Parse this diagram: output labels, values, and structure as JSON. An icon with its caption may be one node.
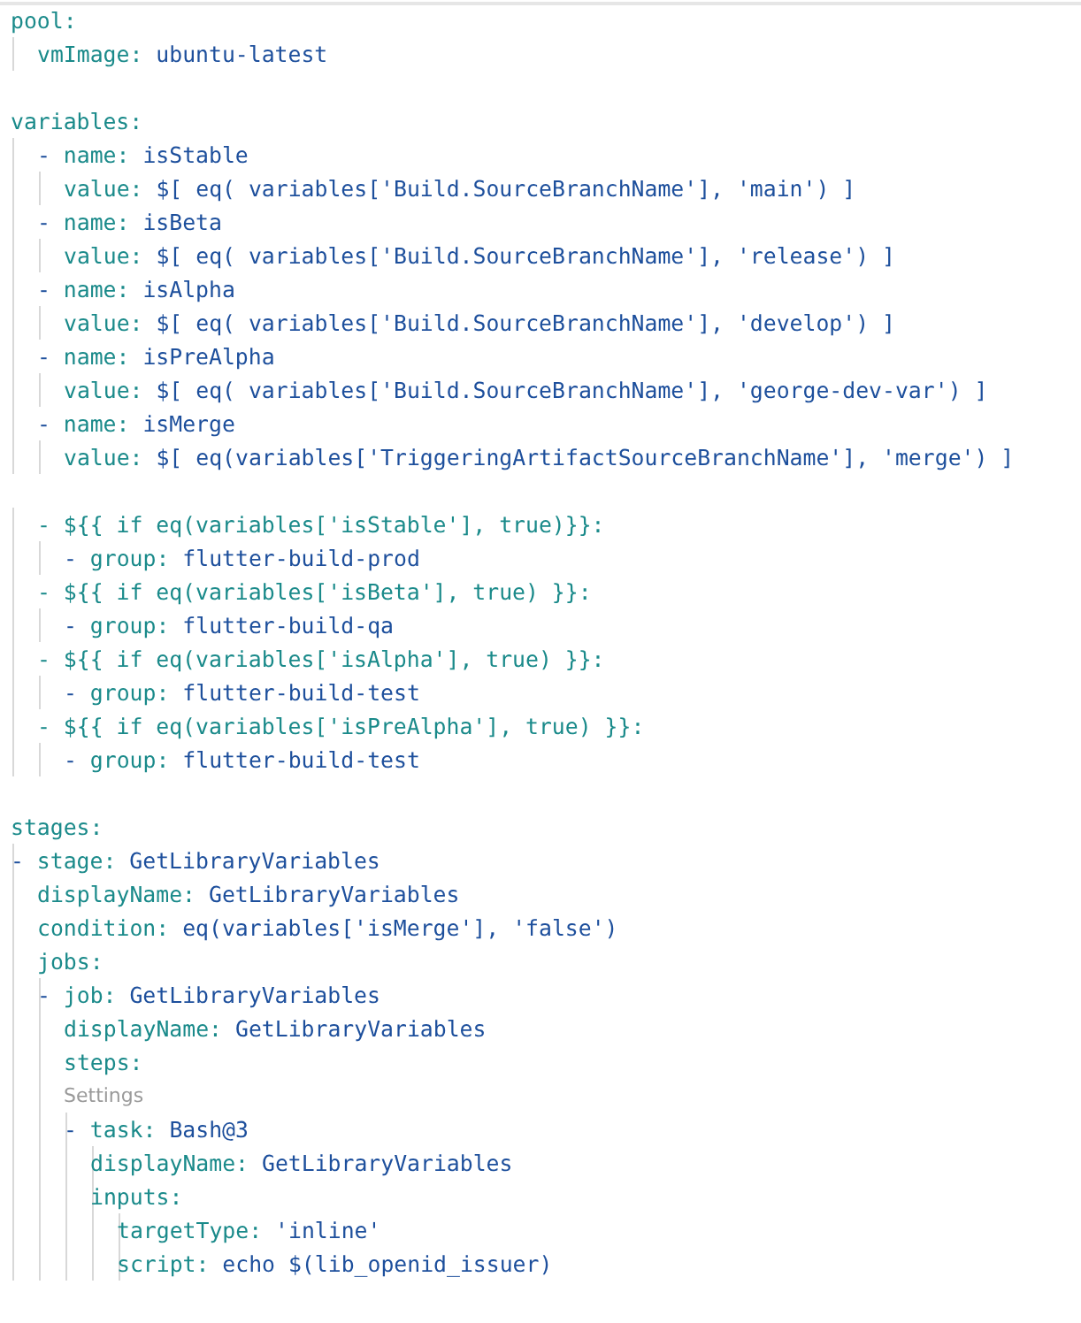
{
  "diagram": {
    "labels": [
      "pool:",
      "vmImage: ubuntu-latest",
      "variables:",
      "- name: isStable",
      "value: $[ eq( variables['Build.SourceBranchName'], 'main') ]",
      "- name: isBeta",
      "value: $[ eq( variables['Build.SourceBranchName'], 'release') ]",
      "- name: isAlpha",
      "value: $[ eq( variables['Build.SourceBranchName'], 'develop') ]",
      "- name: isPreAlpha",
      "value: $[ eq( variables['Build.SourceBranchName'], 'george-dev-var') ]",
      "- name: isMerge",
      "value: $[ eq(variables['TriggeringArtifactSourceBranchName'], 'merge') ]",
      "- ${{ if eq(variables['isStable'], true)}}:",
      "- group: flutter-build-prod",
      "- ${{ if eq(variables['isBeta'], true) }}:",
      "- group: flutter-build-qa",
      "- ${{ if eq(variables['isAlpha'], true) }}:",
      "- group: flutter-build-test",
      "- ${{ if eq(variables['isPreAlpha'], true) }}:",
      "- group: flutter-build-test",
      "stages:",
      "- stage: GetLibraryVariables",
      "displayName: GetLibraryVariables",
      "condition: eq(variables['isMerge'], 'false')",
      "jobs:",
      "- job: GetLibraryVariables",
      "displayName: GetLibraryVariables",
      "steps:",
      "Settings",
      "- task: Bash@3",
      "displayName: GetLibraryVariables",
      "inputs:",
      "targetType: 'inline'",
      "script: echo $(lib_openid_issuer)"
    ]
  }
}
